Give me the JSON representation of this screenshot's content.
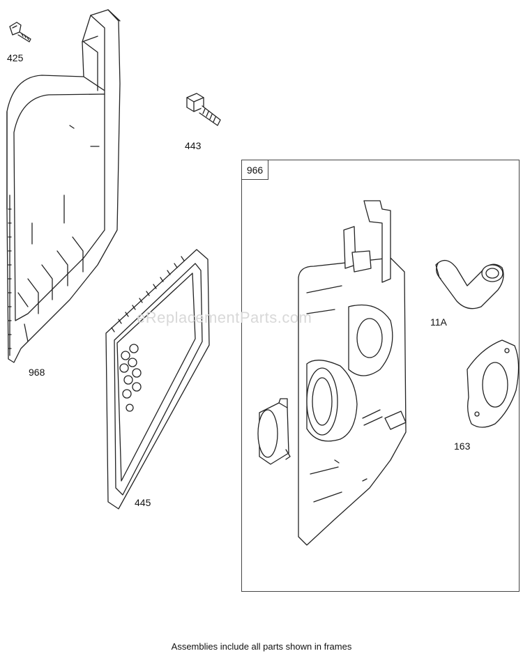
{
  "parts": {
    "p425": "425",
    "p443": "443",
    "p968": "968",
    "p445": "445",
    "p966": "966",
    "p11a": "11A",
    "p163": "163"
  },
  "watermark": "eReplacementParts.com",
  "footnote": "Assemblies include all parts shown in frames"
}
